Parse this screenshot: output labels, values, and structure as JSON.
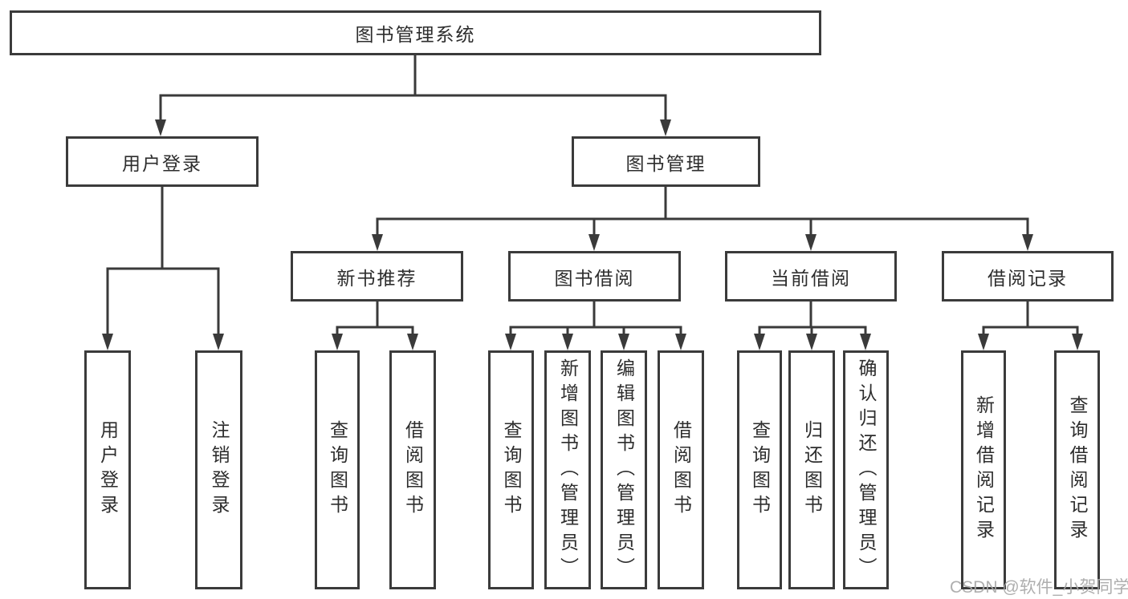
{
  "nodes": {
    "root": "图书管理系统",
    "l2": [
      "用户登录",
      "图书管理"
    ],
    "l3": [
      "新书推荐",
      "图书借阅",
      "当前借阅",
      "借阅记录"
    ],
    "leaves_user": [
      "用户登录",
      "注销登录"
    ],
    "leaves_recommend": [
      "查询图书",
      "借阅图书"
    ],
    "leaves_borrow": [
      "查询图书",
      "新增图书（管理员）",
      "编辑图书（管理员）",
      "借阅图书"
    ],
    "leaves_current": [
      "查询图书",
      "归还图书",
      "确认归还（管理员）"
    ],
    "leaves_record": [
      "新增借阅记录",
      "查询借阅记录"
    ]
  },
  "watermark": "CSDN @软件_小贺同学",
  "colors": {
    "line": "#3a3a3a",
    "box_border": "#3b3b3b",
    "text": "#2d2d2d",
    "watermark": "#a8a8a8",
    "background": "#ffffff"
  }
}
